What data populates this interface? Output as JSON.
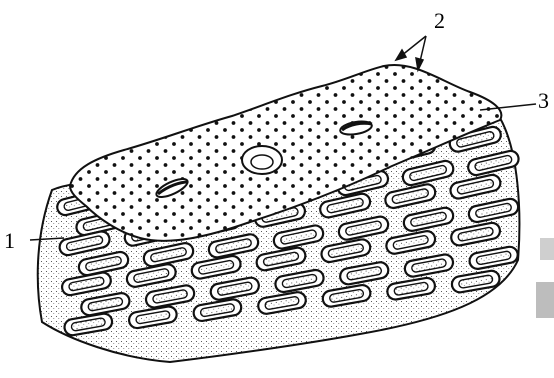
{
  "callouts": {
    "label_1": "1",
    "label_2": "2",
    "label_3": "3"
  },
  "colors": {
    "ink": "#111111",
    "paper": "#ffffff",
    "shade": "#bdbdbd"
  }
}
